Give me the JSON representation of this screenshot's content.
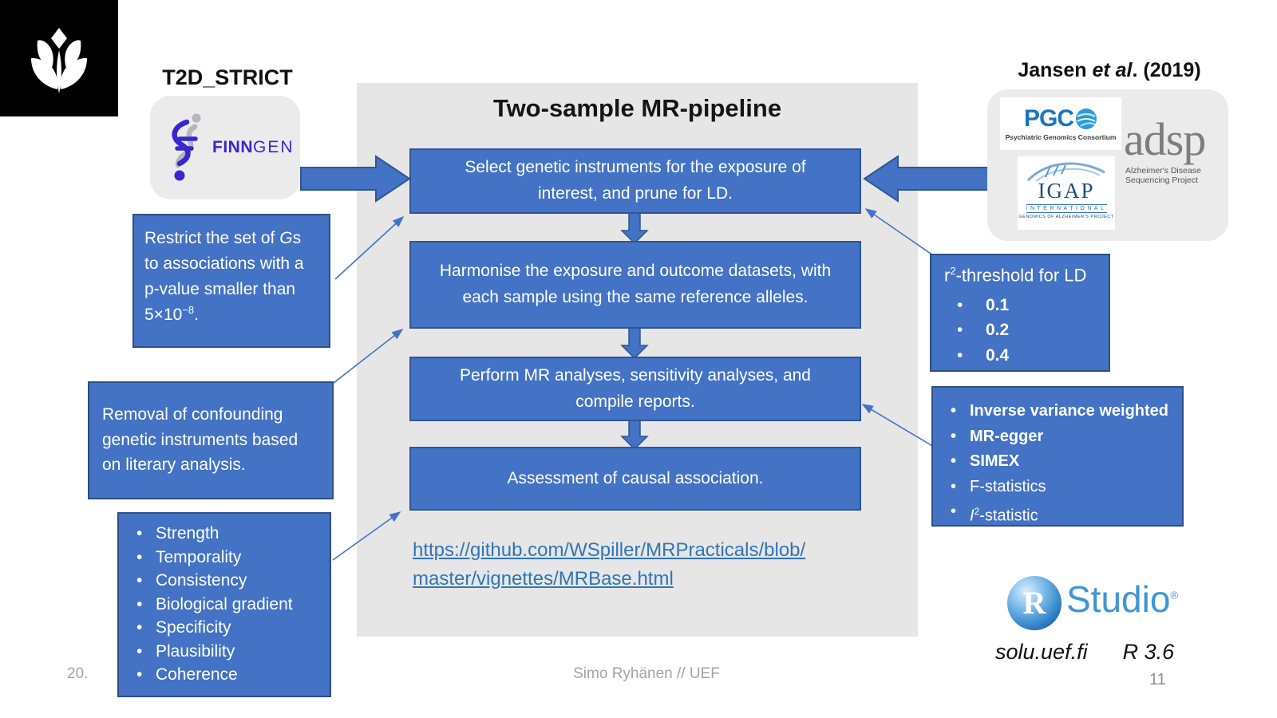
{
  "header": {
    "t2d_label": "T2D_STRICT",
    "jansen": {
      "pre": "Jansen ",
      "italic": "et al",
      "post": ". (2019)"
    }
  },
  "finngen": {
    "bold": "FINN",
    "light": "GEN"
  },
  "pipeline": {
    "title": "Two-sample MR-pipeline",
    "steps": [
      "Select genetic instruments for the exposure of interest, and prune for LD.",
      "Harmonise the exposure and outcome datasets, with each sample using the same reference alleles.",
      "Perform MR analyses, sensitivity analyses, and compile reports.",
      "Assessment of causal association."
    ],
    "link": {
      "line1": "https://github.com/WSpiller/MRPracticals/blob/",
      "line2": "master/vignettes/MRBase.html"
    }
  },
  "callouts": {
    "restrict": {
      "pre": "Restrict the set of ",
      "g": "G",
      "mid": "s to associations with a p-value smaller than 5×10",
      "sup": "−8",
      "end": "."
    },
    "removal": "Removal of confounding genetic instruments based on literary analysis.",
    "bradford_hill": [
      "Strength",
      "Temporality",
      "Consistency",
      "Biological gradient",
      "Specificity",
      "Plausibility",
      "Coherence"
    ],
    "ld": {
      "title_r": "r",
      "title_sup": "2",
      "title_rest": "-threshold for LD",
      "values": [
        "0.1",
        "0.2",
        "0.4"
      ]
    },
    "methods": [
      "Inverse variance weighted",
      "MR-egger",
      "SIMEX",
      "F-statistics"
    ],
    "i2": {
      "italic": "I",
      "sup": "2",
      "rest": "-statistic"
    }
  },
  "logos": {
    "pgc": {
      "name": "PGC",
      "subtitle": "Psychiatric Genomics Consortium"
    },
    "adsp": {
      "name": "adsp",
      "subtitle1": "Alzheimer's Disease",
      "subtitle2": "Sequencing Project"
    },
    "igap": {
      "name": "IGAP",
      "subtitle1": "INTERNATIONAL",
      "subtitle2": "GENOMICS OF ALZHEIMER'S PROJECT"
    },
    "rstudio": {
      "r": "R",
      "studio": "Studio",
      "reg": "®"
    }
  },
  "env": {
    "host": "solu.uef.fi",
    "r_version": "R 3.6"
  },
  "footer": {
    "left": "20.",
    "center": "Simo Ryhänen // UEF",
    "page": "11"
  },
  "colors": {
    "accent_blue": "#4472C4",
    "accent_border": "#2F5597",
    "link_blue": "#2E75B6",
    "panel_gray": "#E7E6E6",
    "finngen_purple": "#3826CE",
    "pgc_blue": "#1B75BC",
    "igap_navy": "#1F4E79",
    "rstudio_blue": "#3E96D4"
  }
}
